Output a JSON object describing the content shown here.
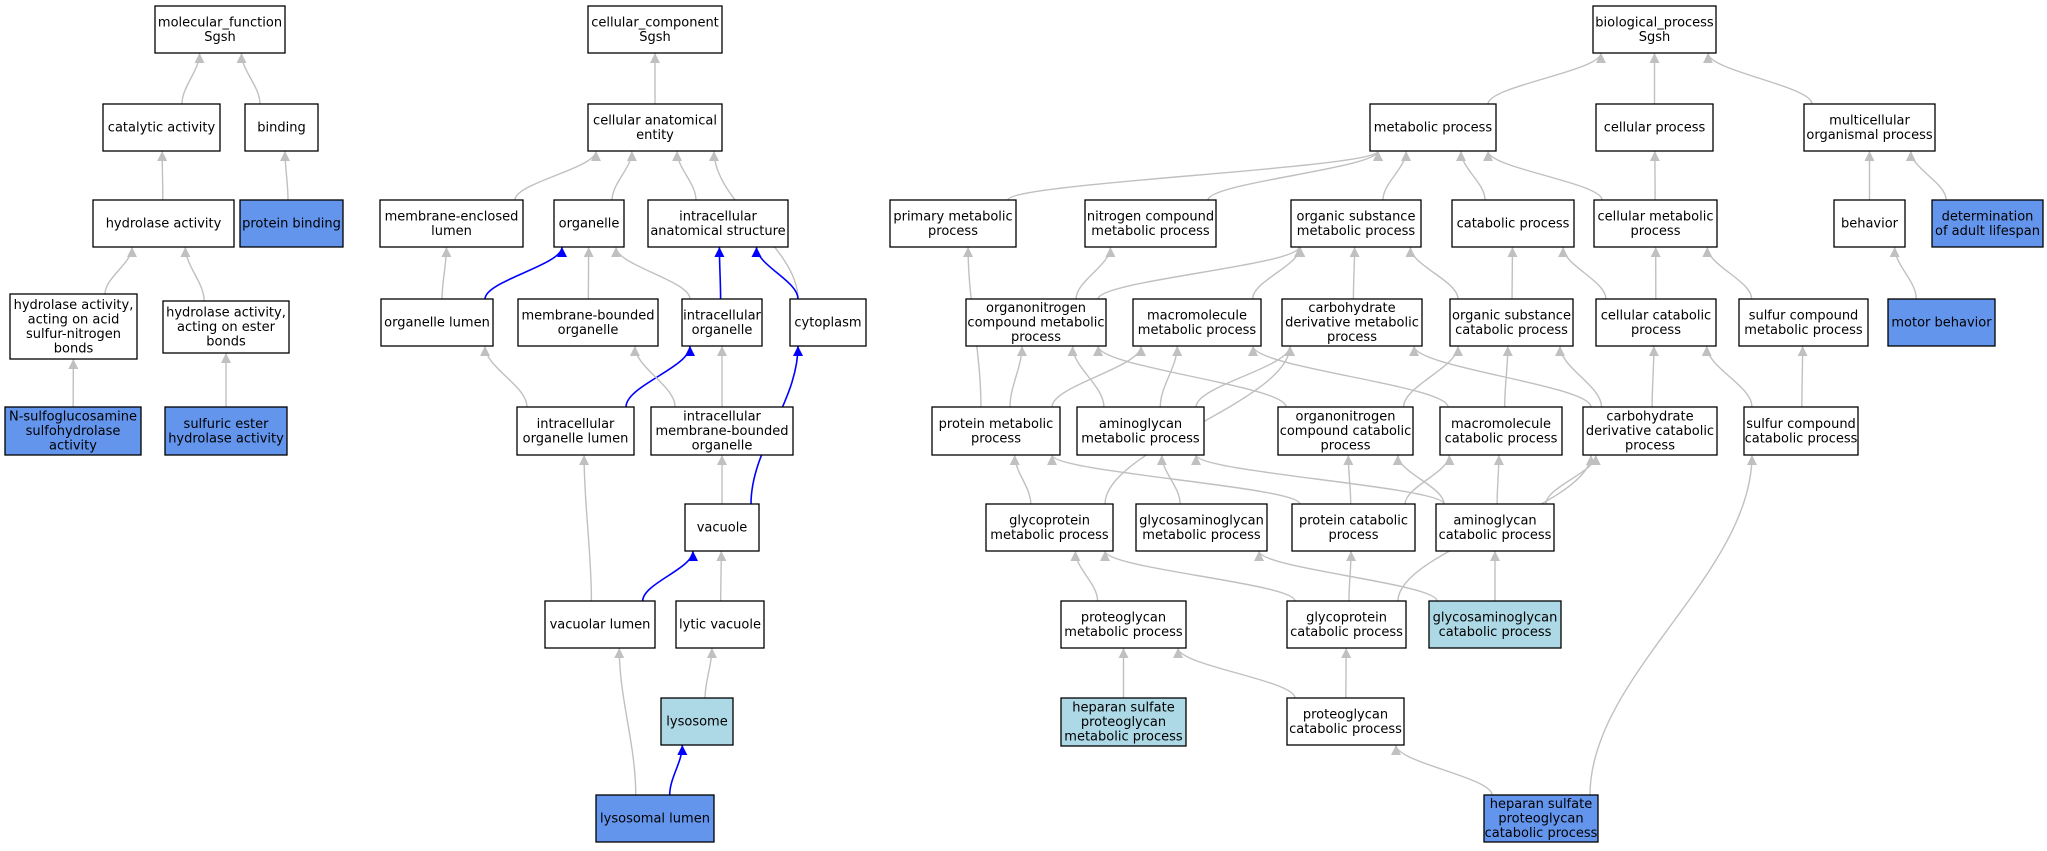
{
  "colors": {
    "edge_gray": "#c0c0c0",
    "edge_blue": "#0000ff",
    "node_border": "#000000",
    "highlight_dark": "#6495ed",
    "highlight_light": "#add8e6",
    "plain": "#ffffff"
  },
  "nodes": [
    {
      "id": "mf",
      "lines": [
        "molecular_function",
        "Sgsh"
      ],
      "fill": "plain"
    },
    {
      "id": "catalytic",
      "lines": [
        "catalytic activity"
      ],
      "fill": "plain"
    },
    {
      "id": "binding",
      "lines": [
        "binding"
      ],
      "fill": "plain"
    },
    {
      "id": "hydrolase",
      "lines": [
        "hydrolase activity"
      ],
      "fill": "plain"
    },
    {
      "id": "protein_binding",
      "lines": [
        "protein binding"
      ],
      "fill": "highlight_dark"
    },
    {
      "id": "hyd_acid",
      "lines": [
        "hydrolase activity,",
        "acting on acid",
        "sulfur-nitrogen",
        "bonds"
      ],
      "fill": "plain"
    },
    {
      "id": "hyd_ester",
      "lines": [
        "hydrolase activity,",
        "acting on ester",
        "bonds"
      ],
      "fill": "plain"
    },
    {
      "id": "nsulfo",
      "lines": [
        "N-sulfoglucosamine",
        "sulfohydrolase",
        "activity"
      ],
      "fill": "highlight_dark"
    },
    {
      "id": "sulf_ester",
      "lines": [
        "sulfuric ester",
        "hydrolase activity"
      ],
      "fill": "highlight_dark"
    },
    {
      "id": "cc",
      "lines": [
        "cellular_component",
        "Sgsh"
      ],
      "fill": "plain"
    },
    {
      "id": "cae",
      "lines": [
        "cellular anatomical",
        "entity"
      ],
      "fill": "plain"
    },
    {
      "id": "mem_lumen",
      "lines": [
        "membrane-enclosed",
        "lumen"
      ],
      "fill": "plain"
    },
    {
      "id": "organelle",
      "lines": [
        "organelle"
      ],
      "fill": "plain"
    },
    {
      "id": "ias",
      "lines": [
        "intracellular",
        "anatomical structure"
      ],
      "fill": "plain"
    },
    {
      "id": "org_lumen",
      "lines": [
        "organelle lumen"
      ],
      "fill": "plain"
    },
    {
      "id": "mbo",
      "lines": [
        "membrane-bounded",
        "organelle"
      ],
      "fill": "plain"
    },
    {
      "id": "io",
      "lines": [
        "intracellular",
        "organelle"
      ],
      "fill": "plain"
    },
    {
      "id": "cytoplasm",
      "lines": [
        "cytoplasm"
      ],
      "fill": "plain"
    },
    {
      "id": "iol",
      "lines": [
        "intracellular",
        "organelle lumen"
      ],
      "fill": "plain"
    },
    {
      "id": "imbo",
      "lines": [
        "intracellular",
        "membrane-bounded",
        "organelle"
      ],
      "fill": "plain"
    },
    {
      "id": "vacuole",
      "lines": [
        "vacuole"
      ],
      "fill": "plain"
    },
    {
      "id": "vac_lumen",
      "lines": [
        "vacuolar lumen"
      ],
      "fill": "plain"
    },
    {
      "id": "lytic_vac",
      "lines": [
        "lytic vacuole"
      ],
      "fill": "plain"
    },
    {
      "id": "lysosome",
      "lines": [
        "lysosome"
      ],
      "fill": "highlight_light"
    },
    {
      "id": "lyso_lumen",
      "lines": [
        "lysosomal lumen"
      ],
      "fill": "highlight_dark"
    },
    {
      "id": "bp",
      "lines": [
        "biological_process",
        "Sgsh"
      ],
      "fill": "plain"
    },
    {
      "id": "metabolic",
      "lines": [
        "metabolic process"
      ],
      "fill": "plain"
    },
    {
      "id": "cellular_proc",
      "lines": [
        "cellular process"
      ],
      "fill": "plain"
    },
    {
      "id": "multicell",
      "lines": [
        "multicellular",
        "organismal process"
      ],
      "fill": "plain"
    },
    {
      "id": "primary_met",
      "lines": [
        "primary metabolic",
        "process"
      ],
      "fill": "plain"
    },
    {
      "id": "nitrogen_met",
      "lines": [
        "nitrogen compound",
        "metabolic process"
      ],
      "fill": "plain"
    },
    {
      "id": "organic_met",
      "lines": [
        "organic substance",
        "metabolic process"
      ],
      "fill": "plain"
    },
    {
      "id": "catabolic",
      "lines": [
        "catabolic process"
      ],
      "fill": "plain"
    },
    {
      "id": "cell_met",
      "lines": [
        "cellular metabolic",
        "process"
      ],
      "fill": "plain"
    },
    {
      "id": "behavior",
      "lines": [
        "behavior"
      ],
      "fill": "plain"
    },
    {
      "id": "adult_life",
      "lines": [
        "determination",
        "of adult lifespan"
      ],
      "fill": "highlight_dark"
    },
    {
      "id": "orgN_met",
      "lines": [
        "organonitrogen",
        "compound metabolic",
        "process"
      ],
      "fill": "plain"
    },
    {
      "id": "macro_met",
      "lines": [
        "macromolecule",
        "metabolic process"
      ],
      "fill": "plain"
    },
    {
      "id": "carb_met",
      "lines": [
        "carbohydrate",
        "derivative metabolic",
        "process"
      ],
      "fill": "plain"
    },
    {
      "id": "organic_cat",
      "lines": [
        "organic substance",
        "catabolic process"
      ],
      "fill": "plain"
    },
    {
      "id": "cell_cat",
      "lines": [
        "cellular catabolic",
        "process"
      ],
      "fill": "plain"
    },
    {
      "id": "sulfur_met",
      "lines": [
        "sulfur compound",
        "metabolic process"
      ],
      "fill": "plain"
    },
    {
      "id": "motor",
      "lines": [
        "motor behavior"
      ],
      "fill": "highlight_dark"
    },
    {
      "id": "protein_met",
      "lines": [
        "protein metabolic",
        "process"
      ],
      "fill": "plain"
    },
    {
      "id": "aminog_met",
      "lines": [
        "aminoglycan",
        "metabolic process"
      ],
      "fill": "plain"
    },
    {
      "id": "orgN_cat",
      "lines": [
        "organonitrogen",
        "compound catabolic",
        "process"
      ],
      "fill": "plain"
    },
    {
      "id": "macro_cat",
      "lines": [
        "macromolecule",
        "catabolic process"
      ],
      "fill": "plain"
    },
    {
      "id": "carb_cat",
      "lines": [
        "carbohydrate",
        "derivative catabolic",
        "process"
      ],
      "fill": "plain"
    },
    {
      "id": "sulfur_cat",
      "lines": [
        "sulfur compound",
        "catabolic process"
      ],
      "fill": "plain"
    },
    {
      "id": "glycoprot_met",
      "lines": [
        "glycoprotein",
        "metabolic process"
      ],
      "fill": "plain"
    },
    {
      "id": "gag_met",
      "lines": [
        "glycosaminoglycan",
        "metabolic process"
      ],
      "fill": "plain"
    },
    {
      "id": "protein_cat",
      "lines": [
        "protein catabolic",
        "process"
      ],
      "fill": "plain"
    },
    {
      "id": "aminog_cat",
      "lines": [
        "aminoglycan",
        "catabolic process"
      ],
      "fill": "plain"
    },
    {
      "id": "proteog_met",
      "lines": [
        "proteoglycan",
        "metabolic process"
      ],
      "fill": "plain"
    },
    {
      "id": "glycoprot_cat",
      "lines": [
        "glycoprotein",
        "catabolic process"
      ],
      "fill": "plain"
    },
    {
      "id": "gag_cat",
      "lines": [
        "glycosaminoglycan",
        "catabolic process"
      ],
      "fill": "highlight_light"
    },
    {
      "id": "hs_met",
      "lines": [
        "heparan sulfate",
        "proteoglycan",
        "metabolic process"
      ],
      "fill": "highlight_light"
    },
    {
      "id": "proteog_cat",
      "lines": [
        "proteoglycan",
        "catabolic process"
      ],
      "fill": "plain"
    },
    {
      "id": "hs_cat",
      "lines": [
        "heparan sulfate",
        "proteoglycan",
        "catabolic process"
      ],
      "fill": "highlight_dark"
    }
  ],
  "edges": [
    {
      "from": "catalytic",
      "to": "mf",
      "color": "gray"
    },
    {
      "from": "binding",
      "to": "mf",
      "color": "gray"
    },
    {
      "from": "hydrolase",
      "to": "catalytic",
      "color": "gray"
    },
    {
      "from": "protein_binding",
      "to": "binding",
      "color": "gray"
    },
    {
      "from": "hyd_acid",
      "to": "hydrolase",
      "color": "gray"
    },
    {
      "from": "hyd_ester",
      "to": "hydrolase",
      "color": "gray"
    },
    {
      "from": "nsulfo",
      "to": "hyd_acid",
      "color": "gray"
    },
    {
      "from": "sulf_ester",
      "to": "hyd_ester",
      "color": "gray"
    },
    {
      "from": "cae",
      "to": "cc",
      "color": "gray"
    },
    {
      "from": "mem_lumen",
      "to": "cae",
      "color": "gray"
    },
    {
      "from": "organelle",
      "to": "cae",
      "color": "gray"
    },
    {
      "from": "ias",
      "to": "cae",
      "color": "gray"
    },
    {
      "from": "cytoplasm",
      "to": "cae",
      "color": "gray"
    },
    {
      "from": "org_lumen",
      "to": "mem_lumen",
      "color": "gray"
    },
    {
      "from": "org_lumen",
      "to": "organelle",
      "color": "blue"
    },
    {
      "from": "mbo",
      "to": "organelle",
      "color": "gray"
    },
    {
      "from": "io",
      "to": "organelle",
      "color": "gray"
    },
    {
      "from": "io",
      "to": "ias",
      "color": "blue"
    },
    {
      "from": "cytoplasm",
      "to": "ias",
      "color": "blue"
    },
    {
      "from": "iol",
      "to": "org_lumen",
      "color": "gray"
    },
    {
      "from": "iol",
      "to": "io",
      "color": "blue"
    },
    {
      "from": "imbo",
      "to": "mbo",
      "color": "gray"
    },
    {
      "from": "imbo",
      "to": "io",
      "color": "gray"
    },
    {
      "from": "vacuole",
      "to": "imbo",
      "color": "gray"
    },
    {
      "from": "vacuole",
      "to": "cytoplasm",
      "color": "blue"
    },
    {
      "from": "vac_lumen",
      "to": "iol",
      "color": "gray"
    },
    {
      "from": "vac_lumen",
      "to": "vacuole",
      "color": "blue"
    },
    {
      "from": "lytic_vac",
      "to": "vacuole",
      "color": "gray"
    },
    {
      "from": "lysosome",
      "to": "lytic_vac",
      "color": "gray"
    },
    {
      "from": "lyso_lumen",
      "to": "vac_lumen",
      "color": "gray"
    },
    {
      "from": "lyso_lumen",
      "to": "lysosome",
      "color": "blue"
    },
    {
      "from": "metabolic",
      "to": "bp",
      "color": "gray"
    },
    {
      "from": "cellular_proc",
      "to": "bp",
      "color": "gray"
    },
    {
      "from": "multicell",
      "to": "bp",
      "color": "gray"
    },
    {
      "from": "primary_met",
      "to": "metabolic",
      "color": "gray"
    },
    {
      "from": "nitrogen_met",
      "to": "metabolic",
      "color": "gray"
    },
    {
      "from": "organic_met",
      "to": "metabolic",
      "color": "gray"
    },
    {
      "from": "catabolic",
      "to": "metabolic",
      "color": "gray"
    },
    {
      "from": "cell_met",
      "to": "metabolic",
      "color": "gray"
    },
    {
      "from": "cell_met",
      "to": "cellular_proc",
      "color": "gray"
    },
    {
      "from": "behavior",
      "to": "multicell",
      "color": "gray"
    },
    {
      "from": "adult_life",
      "to": "multicell",
      "color": "gray"
    },
    {
      "from": "motor",
      "to": "behavior",
      "color": "gray"
    },
    {
      "from": "orgN_met",
      "to": "nitrogen_met",
      "color": "gray"
    },
    {
      "from": "orgN_met",
      "to": "organic_met",
      "color": "gray"
    },
    {
      "from": "macro_met",
      "to": "organic_met",
      "color": "gray"
    },
    {
      "from": "carb_met",
      "to": "organic_met",
      "color": "gray"
    },
    {
      "from": "organic_cat",
      "to": "organic_met",
      "color": "gray"
    },
    {
      "from": "organic_cat",
      "to": "catabolic",
      "color": "gray"
    },
    {
      "from": "cell_cat",
      "to": "catabolic",
      "color": "gray"
    },
    {
      "from": "cell_cat",
      "to": "cell_met",
      "color": "gray"
    },
    {
      "from": "sulfur_met",
      "to": "cell_met",
      "color": "gray"
    },
    {
      "from": "protein_met",
      "to": "primary_met",
      "color": "gray"
    },
    {
      "from": "protein_met",
      "to": "orgN_met",
      "color": "gray"
    },
    {
      "from": "protein_met",
      "to": "macro_met",
      "color": "gray"
    },
    {
      "from": "aminog_met",
      "to": "orgN_met",
      "color": "gray"
    },
    {
      "from": "aminog_met",
      "to": "macro_met",
      "color": "gray"
    },
    {
      "from": "aminog_met",
      "to": "carb_met",
      "color": "gray"
    },
    {
      "from": "orgN_cat",
      "to": "orgN_met",
      "color": "gray"
    },
    {
      "from": "orgN_cat",
      "to": "organic_cat",
      "color": "gray"
    },
    {
      "from": "macro_cat",
      "to": "macro_met",
      "color": "gray"
    },
    {
      "from": "macro_cat",
      "to": "organic_cat",
      "color": "gray"
    },
    {
      "from": "carb_cat",
      "to": "carb_met",
      "color": "gray"
    },
    {
      "from": "carb_cat",
      "to": "organic_cat",
      "color": "gray"
    },
    {
      "from": "carb_cat",
      "to": "cell_cat",
      "color": "gray"
    },
    {
      "from": "sulfur_cat",
      "to": "sulfur_met",
      "color": "gray"
    },
    {
      "from": "sulfur_cat",
      "to": "cell_cat",
      "color": "gray"
    },
    {
      "from": "glycoprot_met",
      "to": "protein_met",
      "color": "gray"
    },
    {
      "from": "glycoprot_met",
      "to": "carb_met",
      "color": "gray"
    },
    {
      "from": "gag_met",
      "to": "aminog_met",
      "color": "gray"
    },
    {
      "from": "protein_cat",
      "to": "protein_met",
      "color": "gray"
    },
    {
      "from": "protein_cat",
      "to": "orgN_cat",
      "color": "gray"
    },
    {
      "from": "protein_cat",
      "to": "macro_cat",
      "color": "gray"
    },
    {
      "from": "aminog_cat",
      "to": "aminog_met",
      "color": "gray"
    },
    {
      "from": "aminog_cat",
      "to": "orgN_cat",
      "color": "gray"
    },
    {
      "from": "aminog_cat",
      "to": "macro_cat",
      "color": "gray"
    },
    {
      "from": "aminog_cat",
      "to": "carb_cat",
      "color": "gray"
    },
    {
      "from": "proteog_met",
      "to": "glycoprot_met",
      "color": "gray"
    },
    {
      "from": "glycoprot_cat",
      "to": "glycoprot_met",
      "color": "gray"
    },
    {
      "from": "glycoprot_cat",
      "to": "protein_cat",
      "color": "gray"
    },
    {
      "from": "glycoprot_cat",
      "to": "carb_cat",
      "color": "gray"
    },
    {
      "from": "gag_cat",
      "to": "gag_met",
      "color": "gray"
    },
    {
      "from": "gag_cat",
      "to": "aminog_cat",
      "color": "gray"
    },
    {
      "from": "hs_met",
      "to": "proteog_met",
      "color": "gray"
    },
    {
      "from": "proteog_cat",
      "to": "proteog_met",
      "color": "gray"
    },
    {
      "from": "proteog_cat",
      "to": "glycoprot_cat",
      "color": "gray"
    },
    {
      "from": "hs_cat",
      "to": "proteog_cat",
      "color": "gray"
    },
    {
      "from": "hs_cat",
      "to": "sulfur_cat",
      "color": "gray"
    }
  ]
}
